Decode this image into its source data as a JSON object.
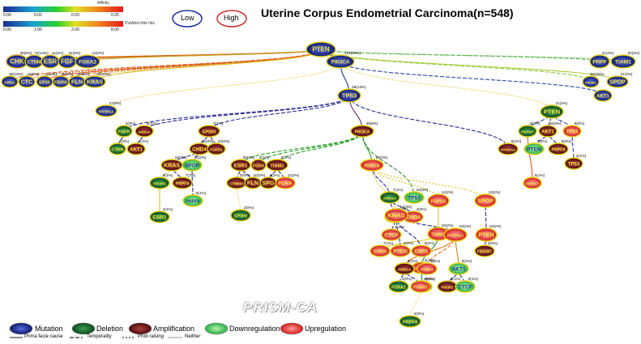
{
  "title": "Uterine Corpus Endometrial Carcinoma(n=548)",
  "scales": {
    "affinity": {
      "label": "Affinity",
      "ticks": [
        "0.00",
        "0.02",
        "0.03",
        "0.25"
      ]
    },
    "pubmed": {
      "label": "PubMed title hits",
      "ticks": [
        "0.00",
        "1.00",
        "2.00",
        "8.00"
      ]
    }
  },
  "pvalue_legend": {
    "low": "Low",
    "high": "High"
  },
  "node_legend": [
    {
      "label": "Mutation",
      "color": "#1a2a8c"
    },
    {
      "label": "Deletion",
      "color": "#1e6b2e"
    },
    {
      "label": "Amplification",
      "color": "#7a1a1a"
    },
    {
      "label": "Downregulation",
      "color": "#4fcf6a"
    },
    {
      "label": "Upregulation",
      "color": "#e02a2a"
    }
  ],
  "edge_legend": [
    {
      "label": "Prima facie cause",
      "dash": ""
    },
    {
      "label": "Temporality",
      "dash": "5,2"
    },
    {
      "label": "Prob raising",
      "dash": "2,2"
    },
    {
      "label": "Neither",
      "dash": "1,1.5"
    }
  ],
  "watermark": "PRISM-CA",
  "nodes": [
    {
      "id": "n1",
      "label": "PTEN",
      "type": "mutation",
      "count": "",
      "ring": "#e6d21a"
    },
    {
      "id": "n2",
      "label": "CHK",
      "type": "mutation",
      "count": "35(6%)",
      "ring": "#d4a020"
    },
    {
      "id": "n3",
      "label": "CTNN",
      "type": "mutation",
      "count": "74(14%)",
      "ring": "#e6d21a"
    },
    {
      "id": "n4",
      "label": "ESR",
      "type": "mutation",
      "count": "11(2%)",
      "ring": "#e6d21a"
    },
    {
      "id": "n5",
      "label": "FGF",
      "type": "mutation",
      "count": "31(6%)",
      "ring": "#e6d21a"
    },
    {
      "id": "n6",
      "label": "FOXA2",
      "type": "mutation",
      "count": "12(2%)",
      "ring": "#e6d21a"
    },
    {
      "id": "n7",
      "label": "PIK3CA",
      "type": "mutation",
      "count": "131(24%)",
      "ring": "#e6d21a"
    },
    {
      "id": "n8",
      "label": "PRPF",
      "type": "mutation",
      "count": "21(4%)",
      "ring": "#e6d21a"
    },
    {
      "id": "n9",
      "label": "TIAM1",
      "type": "mutation",
      "count": "20(4%)",
      "ring": "#e6d21a"
    },
    {
      "id": "n10",
      "label": "ARID1",
      "type": "mutation",
      "count": "82(15%)",
      "ring": "#e6d21a"
    },
    {
      "id": "n11",
      "label": "CTC",
      "type": "mutation",
      "count": "44(8%)",
      "ring": "#e6d21a"
    },
    {
      "id": "n12",
      "label": "EP30",
      "type": "mutation",
      "count": "21(4%)",
      "ring": "#e6d21a"
    },
    {
      "id": "n13",
      "label": "FBXW",
      "type": "mutation",
      "count": "38(7%)",
      "ring": "#e6d21a"
    },
    {
      "id": "n14",
      "label": "FLN",
      "type": "mutation",
      "count": "28(5%)",
      "ring": "#e6d21a"
    },
    {
      "id": "n15",
      "label": "KRAS",
      "type": "mutation",
      "count": "53(10%)",
      "ring": "#e6d21a"
    },
    {
      "id": "n16",
      "label": "PIK3R1",
      "type": "mutation",
      "count": "81(15%)",
      "ring": "#e6d21a"
    },
    {
      "id": "n17",
      "label": "SPOP",
      "type": "mutation",
      "count": "21(4%)",
      "ring": "#e6d21a"
    },
    {
      "id": "n18",
      "label": "AKT1",
      "type": "mutation",
      "count": "",
      "ring": "#e6d21a"
    },
    {
      "id": "n19",
      "label": "TP53",
      "type": "mutation",
      "count": "69(13%)",
      "ring": "#e6d21a"
    },
    {
      "id": "n20",
      "label": "PPP2R1A",
      "type": "mutation",
      "count": "27(5%)",
      "ring": "#e6d21a"
    },
    {
      "id": "n21",
      "label": "PTEN",
      "type": "deletion",
      "count": "21(4%)",
      "ring": "#e6d21a"
    },
    {
      "id": "n22",
      "label": "FGFR",
      "type": "deletion",
      "count": "2(0%)",
      "ring": "#e6d21a"
    },
    {
      "id": "n23",
      "label": "ARID1A",
      "type": "amplification",
      "count": "5(1%)",
      "ring": "#e6d21a"
    },
    {
      "id": "n24",
      "label": "EP300",
      "type": "amplification",
      "count": "7(1%)",
      "ring": "#e6d21a"
    },
    {
      "id": "n25",
      "label": "PIK3CA",
      "type": "amplification",
      "count": "45(8%)",
      "ring": "#e6d21a"
    },
    {
      "id": "n26",
      "label": "FBXW7",
      "type": "deletion",
      "count": "2(0%)",
      "ring": "#e6d21a"
    },
    {
      "id": "n27",
      "label": "AKT1",
      "type": "amplification",
      "count": "16(3%)",
      "ring": "#e6d21a"
    },
    {
      "id": "n28",
      "label": "TP53",
      "type": "upregulation",
      "count": "9(2%)",
      "ring": "#e6d21a"
    },
    {
      "id": "n29",
      "label": "CTNN",
      "type": "deletion",
      "count": "2(0%)",
      "ring": "#e6d21a"
    },
    {
      "id": "n30",
      "label": "AKT1",
      "type": "amplification",
      "count": "4(1%)",
      "ring": "#e6d21a"
    },
    {
      "id": "n31",
      "label": "CHD4",
      "type": "amplification",
      "count": "15(3%)",
      "ring": "#e6d21a"
    },
    {
      "id": "n32",
      "label": "FGFR2",
      "type": "amplification",
      "count": "10(2%)",
      "ring": "#e6d21a"
    },
    {
      "id": "n33",
      "label": "PPP2R1A",
      "type": "amplification",
      "count": "6(1%)",
      "ring": "#e6d21a"
    },
    {
      "id": "n34",
      "label": "PTEN",
      "type": "downregulation",
      "count": "7(1%)",
      "ring": "#e6d21a"
    },
    {
      "id": "n35",
      "label": "PRPF8",
      "type": "amplification",
      "count": "9(2%)",
      "ring": "#e6d21a"
    },
    {
      "id": "n36",
      "label": "TP53",
      "type": "amplification",
      "count": "4(1%)",
      "ring": "#e6d21a"
    },
    {
      "id": "n37",
      "label": "KRAS",
      "type": "amplification",
      "count": "18(3%)",
      "ring": "#e6d21a"
    },
    {
      "id": "n38",
      "label": "SPOP",
      "type": "downregulation",
      "count": "12(2%)",
      "ring": "#e6d21a"
    },
    {
      "id": "n39",
      "label": "ESR1",
      "type": "amplification",
      "count": "25(4%)",
      "ring": "#e6d21a"
    },
    {
      "id": "n40",
      "label": "FOXA",
      "type": "amplification",
      "count": "3(1%)",
      "ring": "#e6d21a"
    },
    {
      "id": "n41",
      "label": "TIAM1",
      "type": "amplification",
      "count": "3(1%)",
      "ring": "#e6d21a"
    },
    {
      "id": "n42",
      "label": "PIK3CA",
      "type": "upregulation",
      "count": "24(4%)",
      "ring": "#e6d21a"
    },
    {
      "id": "n43",
      "label": "PIK3R1",
      "type": "deletion",
      "count": "8(1%)",
      "ring": "#e6d21a"
    },
    {
      "id": "n44",
      "label": "PRPF8",
      "type": "amplification",
      "count": "7(1%)",
      "ring": "#e6d21a"
    },
    {
      "id": "n45",
      "label": "CTNNB1",
      "type": "amplification",
      "count": "2(0%)",
      "ring": "#e6d21a"
    },
    {
      "id": "n46",
      "label": "FLN",
      "type": "amplification",
      "count": "10(2%)",
      "ring": "#e6d21a"
    },
    {
      "id": "n47",
      "label": "SPG",
      "type": "amplification",
      "count": "6(1%)",
      "ring": "#e6d21a"
    },
    {
      "id": "n48",
      "label": "FLNA",
      "type": "upregulation",
      "count": "11(2%)",
      "ring": "#e6d21a"
    },
    {
      "id": "n49",
      "label": "PRPF8",
      "type": "downregulation",
      "count": "8(1%)",
      "ring": "#e6d21a"
    },
    {
      "id": "n50",
      "label": "FBXW7",
      "type": "upregulation",
      "count": "6(1%)",
      "ring": "#e6d21a"
    },
    {
      "id": "n51",
      "label": "ESR1",
      "type": "deletion",
      "count": "4(1%)",
      "ring": "#e6d21a"
    },
    {
      "id": "n52",
      "label": "EP300",
      "type": "deletion",
      "count": "2(0%)",
      "ring": "#e6d21a"
    },
    {
      "id": "n53",
      "label": "ARID1A",
      "type": "deletion",
      "count": "7(1%)",
      "ring": "#e6d21a"
    },
    {
      "id": "n54",
      "label": "TP53",
      "type": "downregulation",
      "count": "16(3%)",
      "ring": "#e6d21a"
    },
    {
      "id": "n55",
      "label": "TPE",
      "type": "mutation",
      "count": "5(1%)",
      "ring": "#e6d21a"
    },
    {
      "id": "n56",
      "label": "CHD4",
      "type": "upregulation",
      "count": "2(0%)",
      "ring": "#e6d21a"
    },
    {
      "id": "n57",
      "label": "FGFR2",
      "type": "upregulation",
      "count": "12(2%)",
      "ring": "#e6d21a"
    },
    {
      "id": "n58",
      "label": "KRAS",
      "type": "upregulation",
      "count": "14(3%)",
      "ring": "#e6d21a"
    },
    {
      "id": "n59",
      "label": "SPOP",
      "type": "upregulation",
      "count": "13(2%)",
      "ring": "#e6d21a"
    },
    {
      "id": "n60",
      "label": "TIAM1",
      "type": "upregulation",
      "count": "10(2%)",
      "ring": "#e6d21a"
    },
    {
      "id": "n61",
      "label": "CTCF",
      "type": "upregulation",
      "count": "4(1%)",
      "ring": "#e6d21a"
    },
    {
      "id": "n62",
      "label": "PPP2R1A",
      "type": "upregulation",
      "count": "10(2%)",
      "ring": "#e6d21a"
    },
    {
      "id": "n63",
      "label": "PTEN",
      "type": "upregulation",
      "count": "10(2%)",
      "ring": "#e6d21a"
    },
    {
      "id": "n64",
      "label": "EP300",
      "type": "upregulation",
      "count": "7(1%)",
      "ring": "#e6d21a"
    },
    {
      "id": "n65",
      "label": "PTEN",
      "type": "upregulation",
      "count": "2(0%)",
      "ring": "#e6d21a"
    },
    {
      "id": "n66",
      "label": "ESR1",
      "type": "upregulation",
      "count": "9(2%)",
      "ring": "#e6d21a"
    },
    {
      "id": "n67",
      "label": "FBXW7",
      "type": "amplification",
      "count": "2(0%)",
      "ring": "#e6d21a"
    },
    {
      "id": "n68",
      "label": "CTNNB1",
      "type": "upregulation",
      "count": "4(1%)",
      "ring": "#e6d21a"
    },
    {
      "id": "n69",
      "label": "ARID1A",
      "type": "amplification",
      "count": "6(1%)",
      "ring": "#e6d21a"
    },
    {
      "id": "n70",
      "label": "PIK3R1",
      "type": "upregulation",
      "count": "4(1%)",
      "ring": "#e6d21a"
    },
    {
      "id": "n71",
      "label": "AKT1",
      "type": "downregulation",
      "count": "6(1%)",
      "ring": "#e6d21a"
    },
    {
      "id": "n72",
      "label": "CTCF",
      "type": "deletion",
      "count": "6(1%)",
      "ring": "#e6d21a"
    },
    {
      "id": "n73",
      "label": "FOXA2",
      "type": "deletion",
      "count": "2(0%)",
      "ring": "#e6d21a"
    },
    {
      "id": "n74",
      "label": "FOXA2",
      "type": "upregulation",
      "count": "2(0%)",
      "ring": "#e6d21a"
    },
    {
      "id": "n75",
      "label": "PIK3R1",
      "type": "amplification",
      "count": "3(1%)",
      "ring": "#e6d21a"
    },
    {
      "id": "n76",
      "label": "CTCF",
      "type": "downregulation",
      "count": "5(1%)",
      "ring": "#e6d21a"
    },
    {
      "id": "n77",
      "label": "PRPF8",
      "type": "deletion",
      "count": "2(0%)",
      "ring": "#e6d21a"
    }
  ],
  "edges": [
    [
      "n1",
      "n2",
      "#e07a1a",
      ""
    ],
    [
      "n1",
      "n3",
      "#e05a1a",
      "5,2"
    ],
    [
      "n1",
      "n4",
      "#d05a1a",
      ""
    ],
    [
      "n1",
      "n5",
      "#e0901a",
      "2,2"
    ],
    [
      "n1",
      "n6",
      "#c0a01a",
      ""
    ],
    [
      "n1",
      "n10",
      "#e05a1a",
      "5,2"
    ],
    [
      "n1",
      "n11",
      "#e06a1a",
      "2,2"
    ],
    [
      "n1",
      "n12",
      "#e04a1a",
      ""
    ],
    [
      "n1",
      "n13",
      "#d07a1a",
      "5,2"
    ],
    [
      "n1",
      "n14",
      "#e0a01a",
      "2,2"
    ],
    [
      "n1",
      "n15",
      "#e0b01a",
      ""
    ],
    [
      "n1",
      "n8",
      "#4caf50",
      "5,2"
    ],
    [
      "n1",
      "n9",
      "#66bb44",
      "2,2"
    ],
    [
      "n1",
      "n16",
      "#88cc44",
      "5,2"
    ],
    [
      "n1",
      "n17",
      "#aacc33",
      ""
    ],
    [
      "n1",
      "n7",
      "#2a2a90",
      ""
    ],
    [
      "n7",
      "n18",
      "#2a4aa0",
      "5,2"
    ],
    [
      "n7",
      "n19",
      "#1a3a90",
      ""
    ],
    [
      "n7",
      "n20",
      "#e0c020",
      "1,1.5"
    ],
    [
      "n7",
      "n21",
      "#e0c020",
      "1,1.5"
    ],
    [
      "n19",
      "n22",
      "#2a2a90",
      "5,2"
    ],
    [
      "n19",
      "n23",
      "#2a2a90",
      "5,2"
    ],
    [
      "n19",
      "n24",
      "#2a2a90",
      "5,2"
    ],
    [
      "n19",
      "n25",
      "#6a2a6a",
      ""
    ],
    [
      "n19",
      "n33",
      "#2a2a90",
      "5,2"
    ],
    [
      "n21",
      "n26",
      "#2a3a90",
      "5,2"
    ],
    [
      "n21",
      "n27",
      "#2a3a90",
      "5,2"
    ],
    [
      "n21",
      "n28",
      "#2a3a90",
      "5,2"
    ],
    [
      "n22",
      "n29",
      "#2a2a90",
      "5,2"
    ],
    [
      "n23",
      "n30",
      "#2a2a90",
      "5,2"
    ],
    [
      "n24",
      "n31",
      "#2a2a90",
      "5,2"
    ],
    [
      "n24",
      "n32",
      "#2a2a90",
      "5,2"
    ],
    [
      "n27",
      "n34",
      "#2a3a90",
      "5,2"
    ],
    [
      "n27",
      "n35",
      "#2a3a90",
      "5,2"
    ],
    [
      "n28",
      "n36",
      "#2a3a90",
      "5,2"
    ],
    [
      "n26",
      "n50",
      "#e05a1a",
      ""
    ],
    [
      "n31",
      "n37",
      "#2a2a90",
      "5,2"
    ],
    [
      "n31",
      "n38",
      "#2a2a90",
      "5,2"
    ],
    [
      "n25",
      "n39",
      "#2ca02c",
      "5,2"
    ],
    [
      "n25",
      "n40",
      "#2ca02c",
      "5,2"
    ],
    [
      "n25",
      "n41",
      "#2ca02c",
      "5,2"
    ],
    [
      "n25",
      "n42",
      "#2ca02c",
      ""
    ],
    [
      "n25",
      "n54",
      "#2a8a2a",
      "5,2"
    ],
    [
      "n37",
      "n43",
      "#e0c020",
      "1,1.5"
    ],
    [
      "n37",
      "n44",
      "#2a2a90",
      "5,2"
    ],
    [
      "n38",
      "n49",
      "#2a2a90",
      "5,2"
    ],
    [
      "n39",
      "n45",
      "#2a2a90",
      "5,2"
    ],
    [
      "n39",
      "n46",
      "#2a2a90",
      "5,2"
    ],
    [
      "n41",
      "n47",
      "#2a2a90",
      "5,2"
    ],
    [
      "n41",
      "n48",
      "#2a2a90",
      "5,2"
    ],
    [
      "n43",
      "n51",
      "#e0c020",
      ""
    ],
    [
      "n45",
      "n52",
      "#e0c020",
      "1,1.5"
    ],
    [
      "n42",
      "n53",
      "#2a2a90",
      "5,2"
    ],
    [
      "n42",
      "n57",
      "#e0c020",
      "2,2"
    ],
    [
      "n42",
      "n58",
      "#e0c020",
      "2,2"
    ],
    [
      "n42",
      "n59",
      "#e0c020",
      "2,2"
    ],
    [
      "n53",
      "n55",
      "#2a2a90",
      "5,2"
    ],
    [
      "n53",
      "n56",
      "#2a2a90",
      "5,2"
    ],
    [
      "n57",
      "n60",
      "#e0c020",
      ""
    ],
    [
      "n60",
      "n64",
      "#e0c020",
      ""
    ],
    [
      "n60",
      "n68",
      "#2a8a2a",
      ""
    ],
    [
      "n68",
      "n72",
      "#2a8a2a",
      ""
    ],
    [
      "n58",
      "n61",
      "#2a2a90",
      "5,2"
    ],
    [
      "n58",
      "n62",
      "#2a2a90",
      "5,2"
    ],
    [
      "n58",
      "n65",
      "#2a2a90",
      "5,2"
    ],
    [
      "n58",
      "n66",
      "#2a2a90",
      "5,2"
    ],
    [
      "n59",
      "n63",
      "#2a2a90",
      "5,2"
    ],
    [
      "n63",
      "n67",
      "#2a2a90",
      "5,2"
    ],
    [
      "n62",
      "n69",
      "#e07a1a",
      ""
    ],
    [
      "n62",
      "n70",
      "#e07a1a",
      "5,2"
    ],
    [
      "n62",
      "n71",
      "#e07a1a",
      ""
    ],
    [
      "n69",
      "n73",
      "#2a2a90",
      "5,2"
    ],
    [
      "n69",
      "n74",
      "#2a2a90",
      "5,2"
    ],
    [
      "n71",
      "n75",
      "#2a2a90",
      "5,2"
    ],
    [
      "n71",
      "n76",
      "#2a2a90",
      "5,2"
    ],
    [
      "n74",
      "n77",
      "#e0c020",
      "1,1.5"
    ]
  ]
}
